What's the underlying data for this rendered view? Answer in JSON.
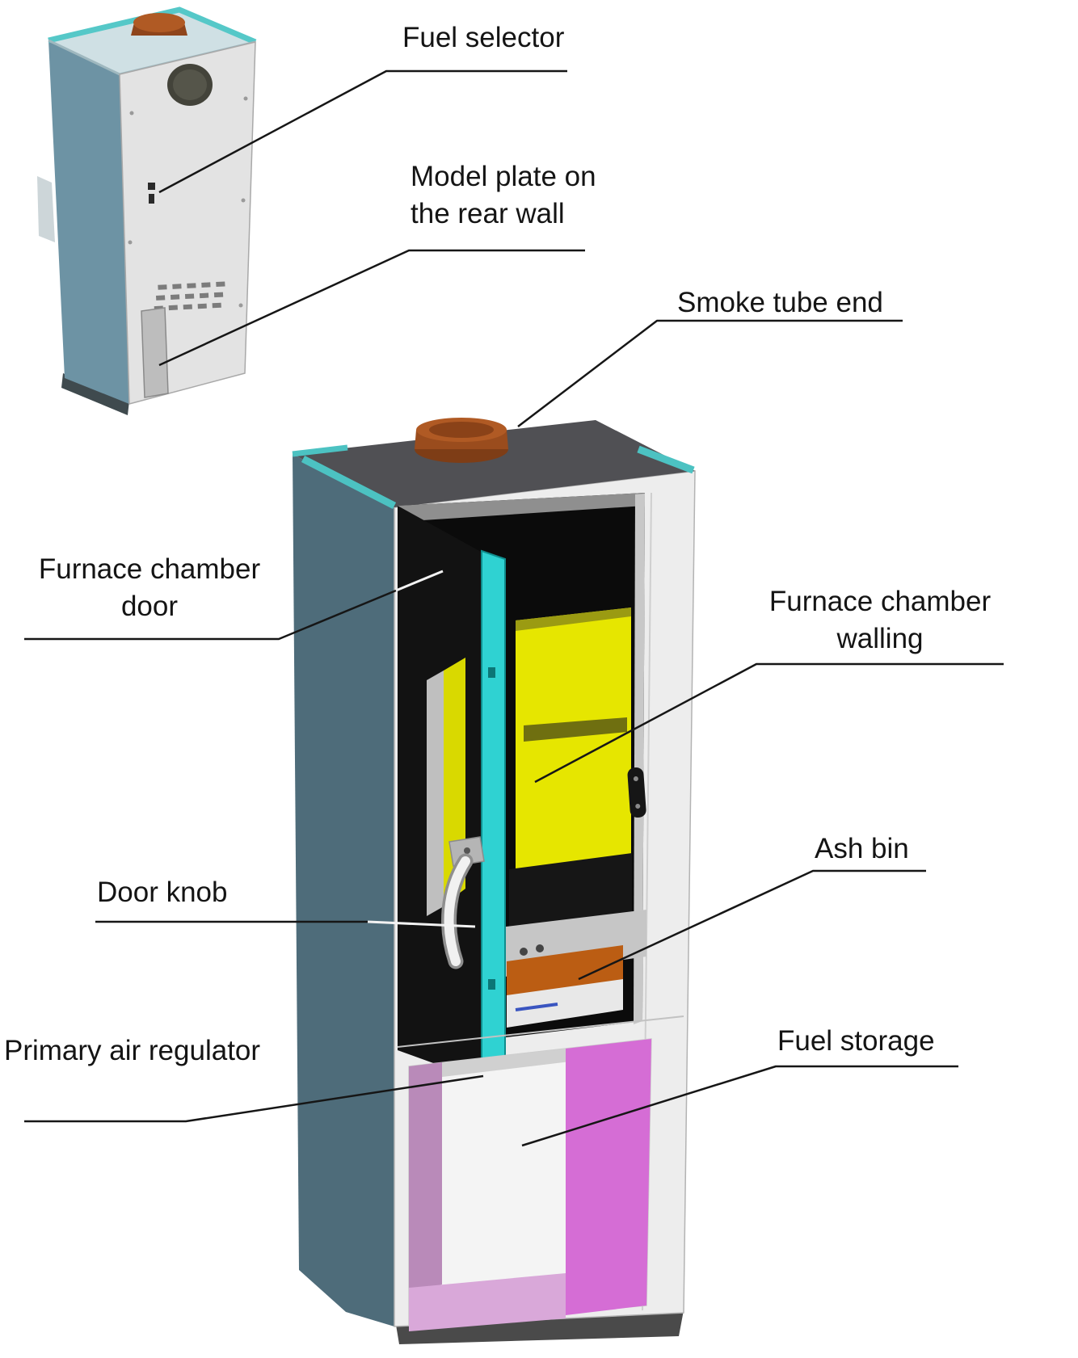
{
  "figure": {
    "callouts": {
      "fuel_selector": "Fuel selector",
      "model_plate_line1": "Model plate on",
      "model_plate_line2": "the rear wall",
      "smoke_tube_end": "Smoke tube end",
      "furnace_chamber_door_line1": "Furnace chamber",
      "furnace_chamber_door_line2": "door",
      "furnace_chamber_walling_line1": "Furnace chamber",
      "furnace_chamber_walling_line2": "walling",
      "door_knob": "Door knob",
      "ash_bin": "Ash bin",
      "primary_air_regulator": "Primary air regulator",
      "fuel_storage": "Fuel storage"
    },
    "colors": {
      "accent_teal": "#2fd2d2",
      "chamber_yellow": "#e6e600",
      "ash_bin_orange": "#bb5d13",
      "fuel_storage_magenta": "#d56dd5",
      "fuel_storage_pink": "#b98ab9",
      "smoke_tube_brown": "#b05a24",
      "body_side_slate": "#4e6c7a",
      "rear_side_blue": "#6d93a4",
      "panel_gray": "#ededed",
      "line_black": "#161616"
    }
  }
}
